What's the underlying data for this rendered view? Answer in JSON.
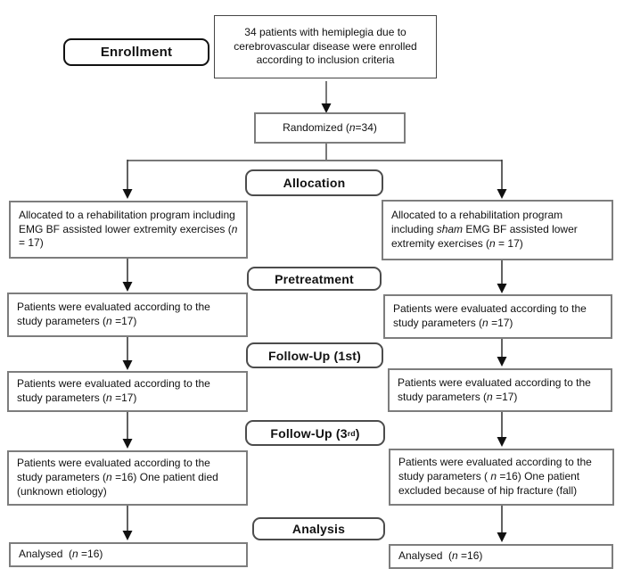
{
  "diagram_title": "CONSORT-style patient flow diagram",
  "colors": {
    "background": "#ffffff",
    "text": "#111111",
    "flow_box_border": "#7d7d7d",
    "top_box_border": "#454545",
    "stage_label_border": "#4c4c4c",
    "enrollment_label_border": "#111111",
    "connector_gray": "#787878",
    "connector_dark": "#2e2e2e"
  },
  "stage_labels": {
    "enrollment": "Enrollment",
    "allocation": "Allocation",
    "pretreatment": "Pretreatment",
    "followup1": "Follow-Up (1st)",
    "followup3": {
      "segments": [
        {
          "t": "Follow-Up (3"
        },
        {
          "t": "rd",
          "s": "sup"
        },
        {
          "t": ")"
        }
      ]
    }
  },
  "analysis_label": "Analysis",
  "boxes": {
    "enrolled": {
      "segments": [
        {
          "t": "34 patients with hemiplegia due to cerebrovascular disease were enrolled according to inclusion criteria"
        }
      ]
    },
    "randomized": {
      "segments": [
        {
          "t": "Randomized ("
        },
        {
          "t": "n",
          "s": "i"
        },
        {
          "t": "=34)"
        }
      ]
    },
    "alloc_left": {
      "segments": [
        {
          "t": "Allocated to a rehabilitation program including EMG BF assisted lower extremity exercises ("
        },
        {
          "t": "n",
          "s": "i"
        },
        {
          "t": " = 17)"
        }
      ]
    },
    "alloc_right": {
      "segments": [
        {
          "t": "Allocated to a rehabilitation program including "
        },
        {
          "t": "sham",
          "s": "i"
        },
        {
          "t": " EMG BF assisted lower extremity exercises ("
        },
        {
          "t": "n",
          "s": "i"
        },
        {
          "t": " = 17)"
        }
      ]
    },
    "pre_left": {
      "segments": [
        {
          "t": "Patients were evaluated according to the study parameters ("
        },
        {
          "t": "n",
          "s": "i"
        },
        {
          "t": " =17)"
        }
      ]
    },
    "pre_right": {
      "segments": [
        {
          "t": "Patients were evaluated according to the study parameters ("
        },
        {
          "t": "n",
          "s": "i"
        },
        {
          "t": " =17)"
        }
      ]
    },
    "fu1_left": {
      "segments": [
        {
          "t": "Patients were evaluated according to the study parameters ("
        },
        {
          "t": "n",
          "s": "i"
        },
        {
          "t": " =17)"
        }
      ]
    },
    "fu1_right": {
      "segments": [
        {
          "t": "Patients were evaluated according to the study parameters ("
        },
        {
          "t": "n",
          "s": "i"
        },
        {
          "t": " =17)"
        }
      ]
    },
    "fu3_left": {
      "segments": [
        {
          "t": "Patients were evaluated according to the study parameters ("
        },
        {
          "t": "n",
          "s": "i"
        },
        {
          "t": " =16) One patient died (unknown etiology)"
        }
      ]
    },
    "fu3_right": {
      "segments": [
        {
          "t": "Patients were evaluated according to the study parameters ( "
        },
        {
          "t": "n",
          "s": "i"
        },
        {
          "t": " =16) One patient excluded because of hip fracture (fall)"
        }
      ]
    },
    "an_left": {
      "segments": [
        {
          "t": "Analysed  ("
        },
        {
          "t": "n",
          "s": "i"
        },
        {
          "t": " =16)"
        }
      ]
    },
    "an_right": {
      "segments": [
        {
          "t": "Analysed  ("
        },
        {
          "t": "n",
          "s": "i"
        },
        {
          "t": " =16)"
        }
      ]
    }
  }
}
